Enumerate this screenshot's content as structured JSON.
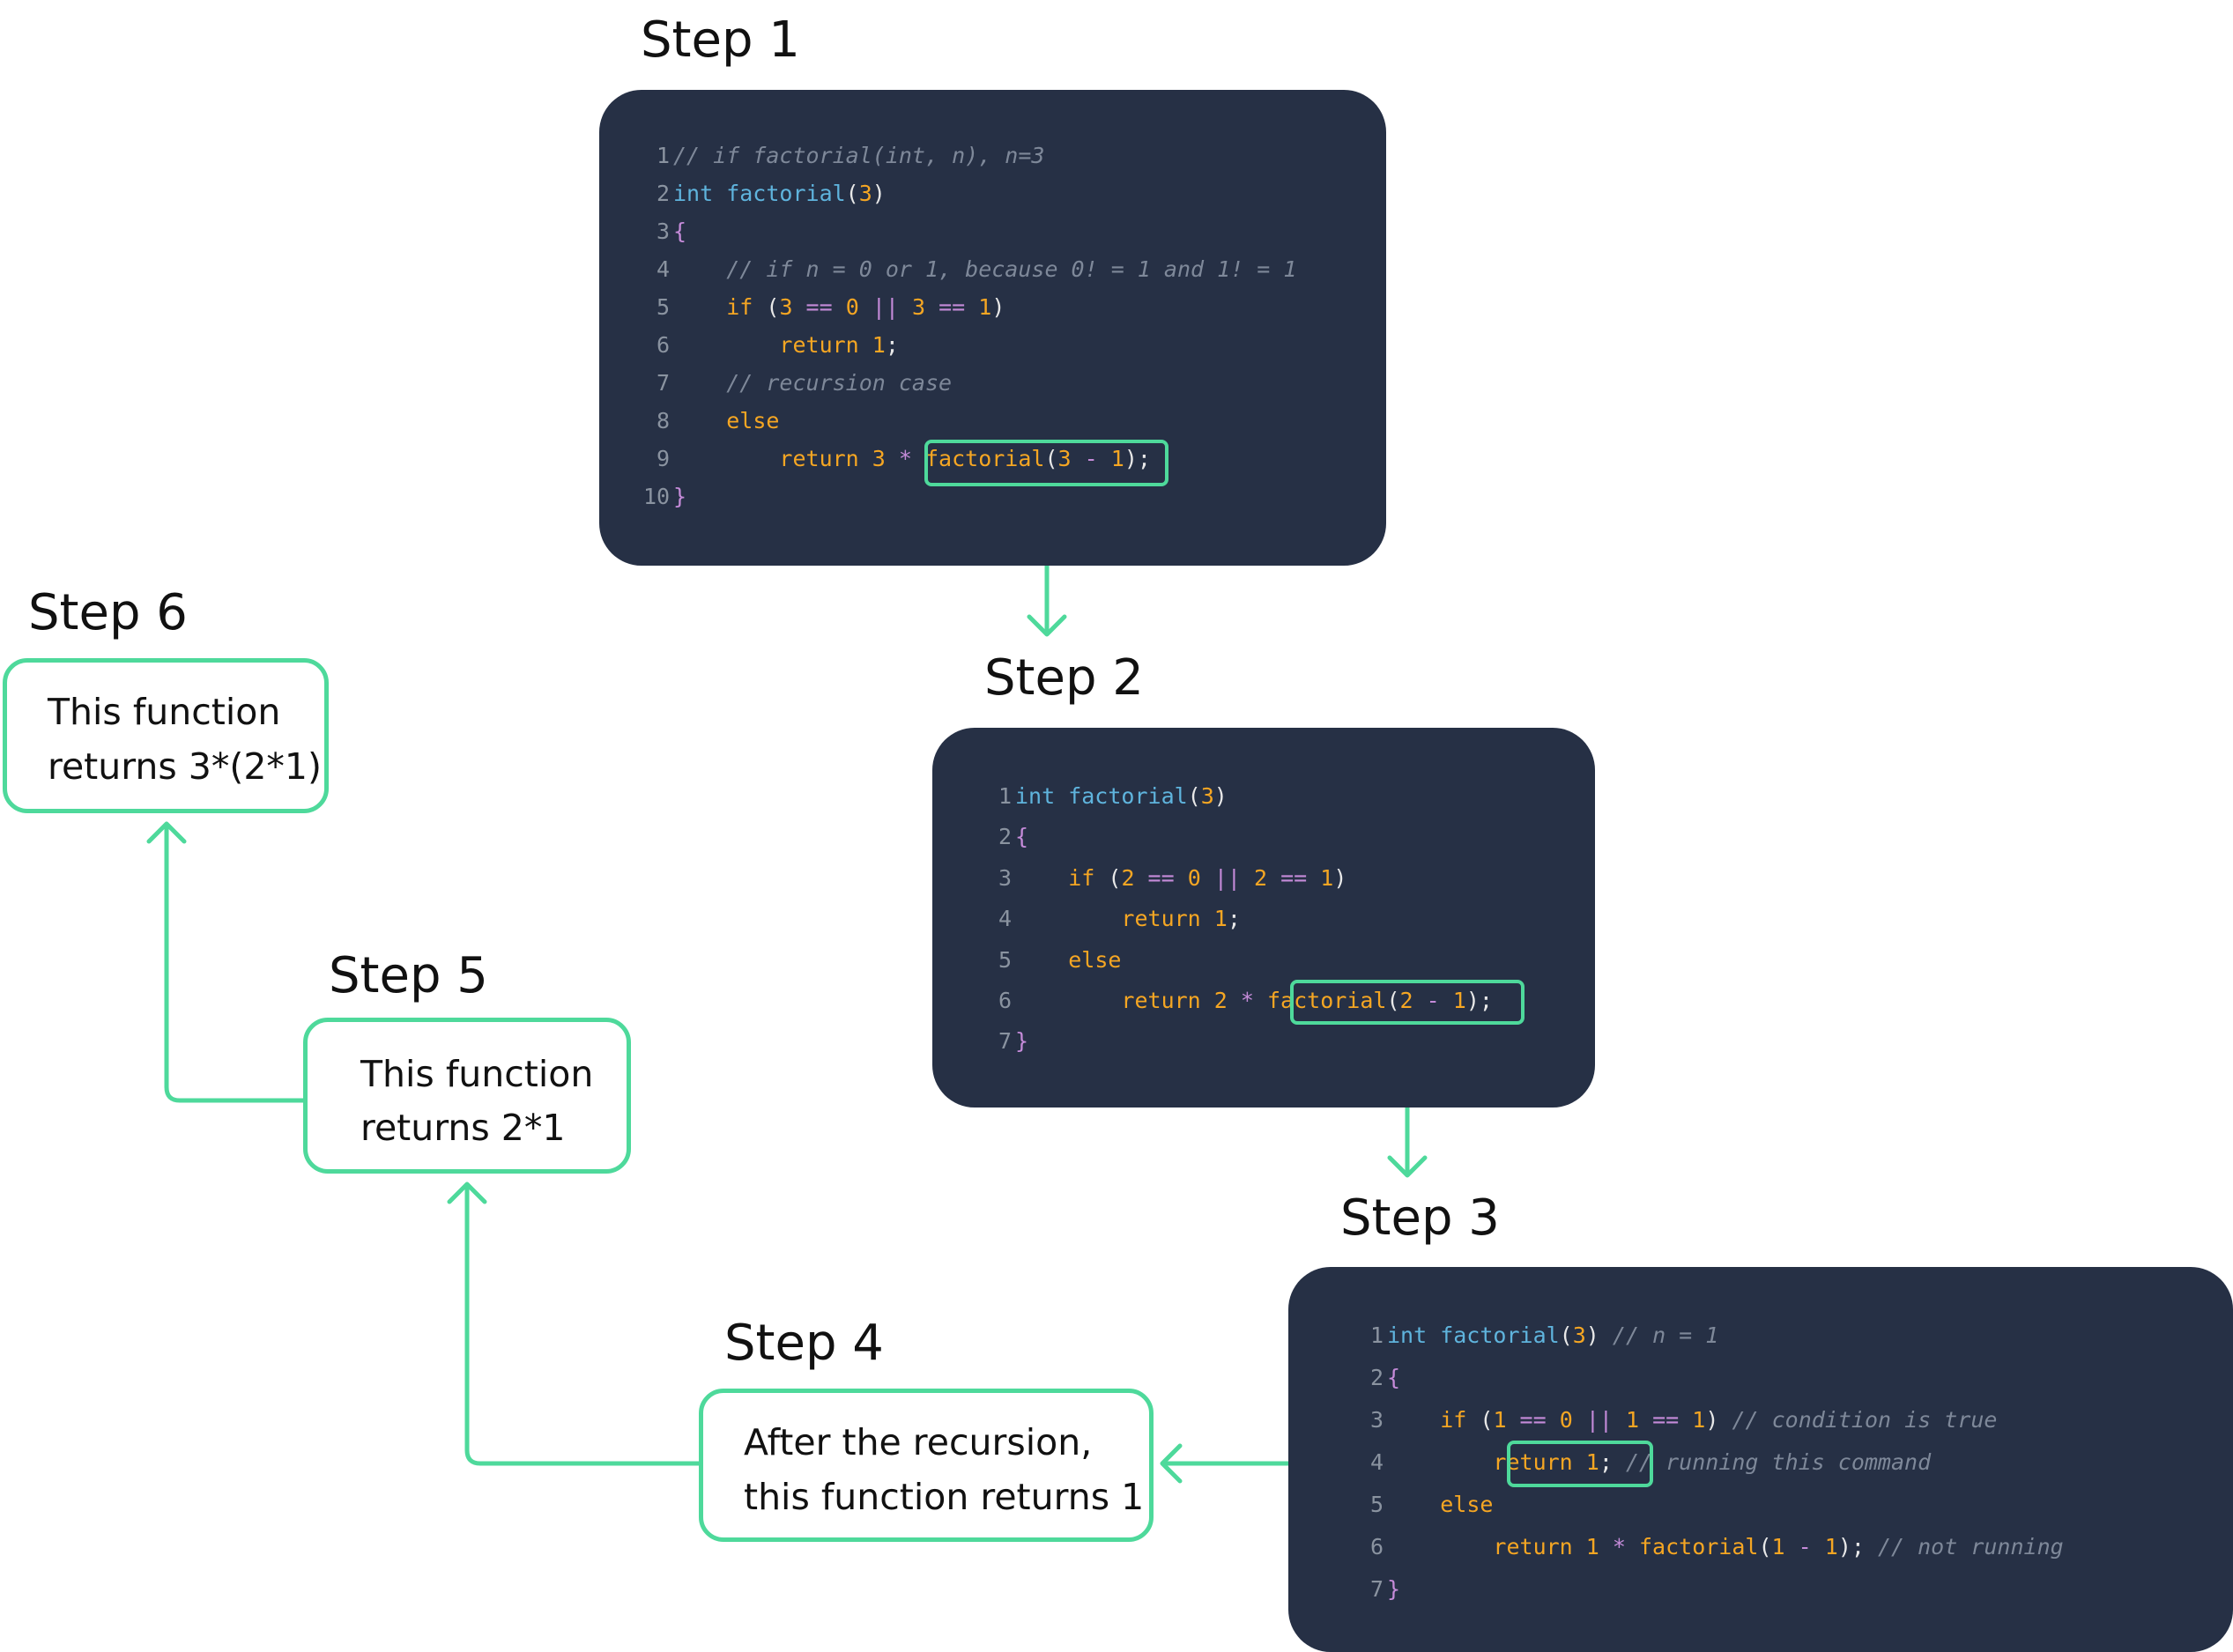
{
  "accent_color": "#4ed99b",
  "code_background": "#263045",
  "steps": [
    {
      "title": "Step 1",
      "code": [
        [
          [
            "1",
            "ln"
          ],
          [
            "// if factorial(int, n), n=3",
            "c"
          ]
        ],
        [
          [
            "2",
            "ln"
          ],
          [
            "int factorial",
            "t"
          ],
          [
            "(",
            "p"
          ],
          [
            "3",
            "n"
          ],
          [
            ")",
            "p"
          ]
        ],
        [
          [
            "3",
            "ln"
          ],
          [
            "{",
            "o"
          ]
        ],
        [
          [
            "4",
            "ln"
          ],
          [
            "    ",
            "p"
          ],
          [
            "// if n = 0 or 1, because 0! = 1 and 1! = 1",
            "c"
          ]
        ],
        [
          [
            "5",
            "ln"
          ],
          [
            "    ",
            "p"
          ],
          [
            "if",
            "k"
          ],
          [
            " (",
            "p"
          ],
          [
            "3",
            "n"
          ],
          [
            " == ",
            "o"
          ],
          [
            "0",
            "n"
          ],
          [
            " || ",
            "o"
          ],
          [
            "3",
            "n"
          ],
          [
            " == ",
            "o"
          ],
          [
            "1",
            "n"
          ],
          [
            ")",
            "p"
          ]
        ],
        [
          [
            "6",
            "ln"
          ],
          [
            "        ",
            "p"
          ],
          [
            "return 1",
            "k"
          ],
          [
            ";",
            "p"
          ]
        ],
        [
          [
            "7",
            "ln"
          ],
          [
            "    ",
            "p"
          ],
          [
            "// recursion case",
            "c"
          ]
        ],
        [
          [
            "8",
            "ln"
          ],
          [
            "    ",
            "p"
          ],
          [
            "else",
            "k"
          ]
        ],
        [
          [
            "9",
            "ln"
          ],
          [
            "        ",
            "p"
          ],
          [
            "return 3",
            "k"
          ],
          [
            " * ",
            "o"
          ],
          [
            "factorial",
            "k"
          ],
          [
            "(",
            "p"
          ],
          [
            "3",
            "n"
          ],
          [
            " - ",
            "o"
          ],
          [
            "1",
            "n"
          ],
          [
            ");",
            "p"
          ]
        ],
        [
          [
            "10",
            "ln"
          ],
          [
            "}",
            "o"
          ]
        ]
      ]
    },
    {
      "title": "Step 2",
      "code": [
        [
          [
            "1",
            "ln"
          ],
          [
            "int factorial",
            "t"
          ],
          [
            "(",
            "p"
          ],
          [
            "3",
            "n"
          ],
          [
            ")",
            "p"
          ]
        ],
        [
          [
            "2",
            "ln"
          ],
          [
            "{",
            "o"
          ]
        ],
        [
          [
            "3",
            "ln"
          ],
          [
            "    ",
            "p"
          ],
          [
            "if",
            "k"
          ],
          [
            " (",
            "p"
          ],
          [
            "2",
            "n"
          ],
          [
            " == ",
            "o"
          ],
          [
            "0",
            "n"
          ],
          [
            " || ",
            "o"
          ],
          [
            "2",
            "n"
          ],
          [
            " == ",
            "o"
          ],
          [
            "1",
            "n"
          ],
          [
            ")",
            "p"
          ]
        ],
        [
          [
            "4",
            "ln"
          ],
          [
            "        ",
            "p"
          ],
          [
            "return 1",
            "k"
          ],
          [
            ";",
            "p"
          ]
        ],
        [
          [
            "5",
            "ln"
          ],
          [
            "    ",
            "p"
          ],
          [
            "else",
            "k"
          ]
        ],
        [
          [
            "6",
            "ln"
          ],
          [
            "        ",
            "p"
          ],
          [
            "return 2",
            "k"
          ],
          [
            " * ",
            "o"
          ],
          [
            "factorial",
            "k"
          ],
          [
            "(",
            "p"
          ],
          [
            "2",
            "n"
          ],
          [
            " - ",
            "o"
          ],
          [
            "1",
            "n"
          ],
          [
            ");",
            "p"
          ]
        ],
        [
          [
            "7",
            "ln"
          ],
          [
            "}",
            "o"
          ]
        ]
      ]
    },
    {
      "title": "Step 3",
      "code": [
        [
          [
            "1",
            "ln"
          ],
          [
            "int factorial",
            "t"
          ],
          [
            "(",
            "p"
          ],
          [
            "3",
            "n"
          ],
          [
            ")",
            "p"
          ],
          [
            " // n = 1",
            "c"
          ]
        ],
        [
          [
            "2",
            "ln"
          ],
          [
            "{",
            "o"
          ]
        ],
        [
          [
            "3",
            "ln"
          ],
          [
            "    ",
            "p"
          ],
          [
            "if",
            "k"
          ],
          [
            " (",
            "p"
          ],
          [
            "1",
            "n"
          ],
          [
            " == ",
            "o"
          ],
          [
            "0",
            "n"
          ],
          [
            " || ",
            "o"
          ],
          [
            "1",
            "n"
          ],
          [
            " == ",
            "o"
          ],
          [
            "1",
            "n"
          ],
          [
            ")",
            "p"
          ],
          [
            " // condition is true",
            "c"
          ]
        ],
        [
          [
            "4",
            "ln"
          ],
          [
            "        ",
            "p"
          ],
          [
            "return 1",
            "k"
          ],
          [
            ";",
            "p"
          ],
          [
            " // running this command",
            "c"
          ]
        ],
        [
          [
            "5",
            "ln"
          ],
          [
            "    ",
            "p"
          ],
          [
            "else",
            "k"
          ]
        ],
        [
          [
            "6",
            "ln"
          ],
          [
            "        ",
            "p"
          ],
          [
            "return 1",
            "k"
          ],
          [
            " * ",
            "o"
          ],
          [
            "factorial",
            "k"
          ],
          [
            "(",
            "p"
          ],
          [
            "1",
            "n"
          ],
          [
            " - ",
            "o"
          ],
          [
            "1",
            "n"
          ],
          [
            ");",
            "p"
          ],
          [
            " // not running",
            "c"
          ]
        ],
        [
          [
            "7",
            "ln"
          ],
          [
            "}",
            "o"
          ]
        ]
      ]
    },
    {
      "title": "Step 4",
      "lines": [
        "After the recursion,",
        "this function returns 1"
      ]
    },
    {
      "title": "Step 5",
      "lines": [
        "This function",
        "returns 2*1"
      ]
    },
    {
      "title": "Step 6",
      "lines": [
        "This function",
        "returns 3*(2*1)"
      ]
    }
  ]
}
